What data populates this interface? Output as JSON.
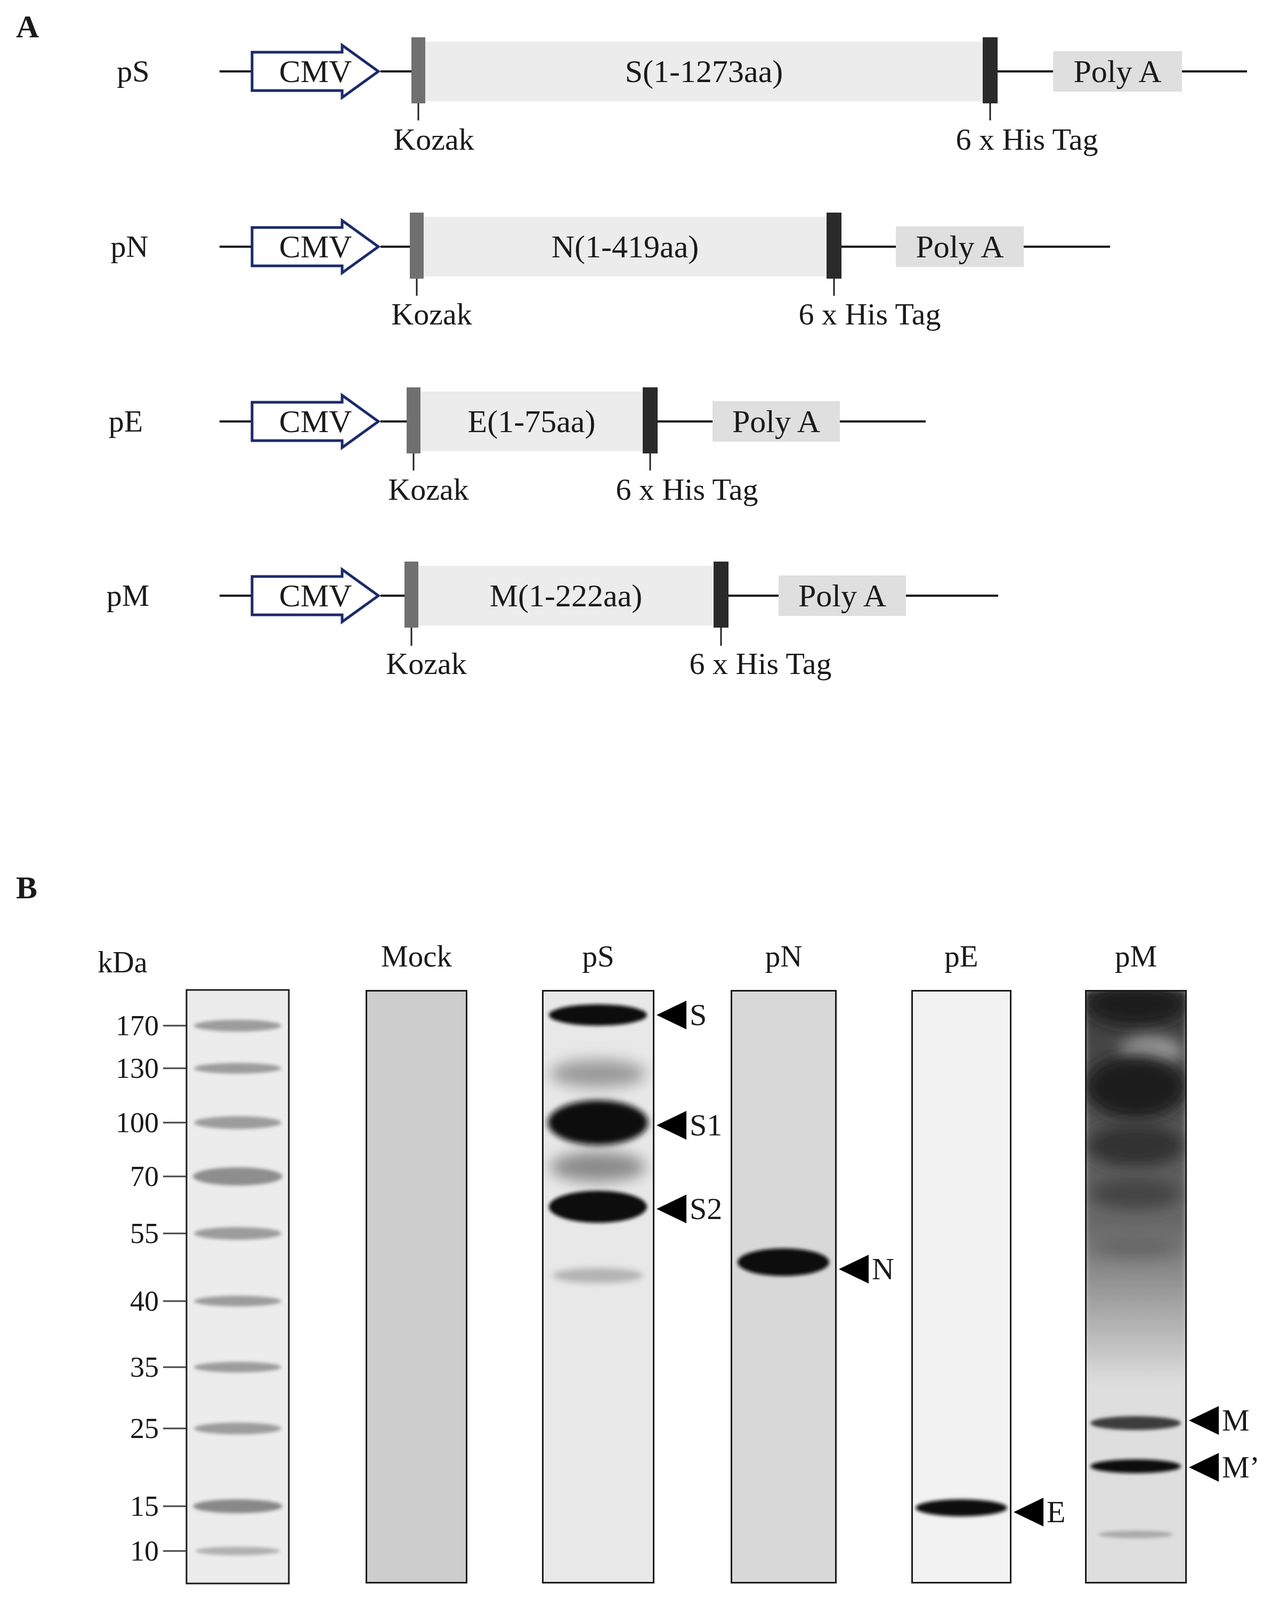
{
  "diagram": {
    "nodes": [
      {
        "text": [
          "CMV"
        ]
      },
      {
        "text": [
          "S(1-1273aa)"
        ]
      },
      {
        "text": [
          "Poly A"
        ]
      },
      {
        "text": [
          "CMV"
        ]
      },
      {
        "text": [
          "N(1-419aa)"
        ]
      },
      {
        "text": [
          "Poly A"
        ]
      },
      {
        "text": [
          "CMV"
        ]
      },
      {
        "text": [
          "E(1-75aa)"
        ]
      },
      {
        "text": [
          "Poly A"
        ]
      },
      {
        "text": [
          "CMV"
        ]
      },
      {
        "text": [
          "M(1-222aa)"
        ]
      },
      {
        "text": [
          "Poly A"
        ]
      },
      {
        "text": [
          "Mock"
        ]
      },
      {
        "text": [
          "pS"
        ]
      },
      {
        "text": [
          "pN"
        ]
      },
      {
        "text": [
          "pE"
        ]
      },
      {
        "text": [
          "pM"
        ]
      }
    ],
    "edges": [
      {
        "from": 0,
        "to": 1,
        "arrow": "none"
      },
      {
        "from": 1,
        "to": 2,
        "arrow": "none"
      },
      {
        "from": 3,
        "to": 4,
        "arrow": "none"
      },
      {
        "from": 4,
        "to": 5,
        "arrow": "none"
      },
      {
        "from": 6,
        "to": 7,
        "arrow": "none"
      },
      {
        "from": 7,
        "to": 8,
        "arrow": "none"
      },
      {
        "from": 9,
        "to": 10,
        "arrow": "none"
      },
      {
        "from": 10,
        "to": 11,
        "arrow": "none"
      }
    ],
    "labels": [
      "A",
      "pS",
      "Kozak",
      "6 x His Tag",
      "pN",
      "Kozak",
      "6 x His Tag",
      "pE",
      "Kozak",
      "6 x His Tag",
      "pM",
      "Kozak",
      "6 x His Tag",
      "B",
      "kDa",
      "170",
      "130",
      "100",
      "70",
      "55",
      "40",
      "35",
      "25",
      "15",
      "10",
      "S",
      "S1",
      "S2",
      "N",
      "E",
      "M",
      "M’"
    ]
  }
}
